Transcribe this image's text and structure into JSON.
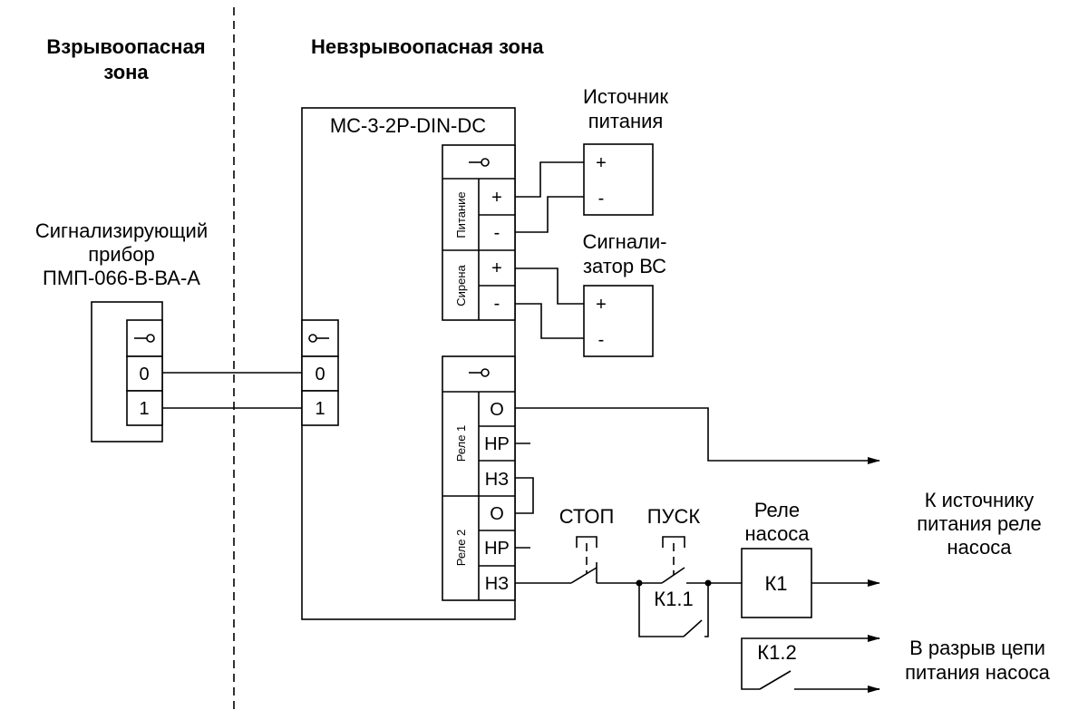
{
  "zones": {
    "hazardous": [
      "Взрывоопасная",
      "зона"
    ],
    "safe": "Невзрывоопасная зона"
  },
  "signal_device": {
    "title": [
      "Сигнализирующий",
      "прибор",
      "ПМП-066-В-ВА-А"
    ],
    "terminals": [
      "0",
      "1"
    ]
  },
  "module": {
    "name": "МС-3-2Р-DIN-DC",
    "input_terminals": [
      "0",
      "1"
    ],
    "power_group_label": "Питание",
    "siren_group_label": "Сирена",
    "power_terminals": [
      "+",
      "-"
    ],
    "siren_terminals": [
      "+",
      "-"
    ],
    "relay1_label": "Реле 1",
    "relay2_label": "Реле 2",
    "relay1_terminals": [
      "О",
      "НР",
      "НЗ"
    ],
    "relay2_terminals": [
      "О",
      "НР",
      "НЗ"
    ]
  },
  "power_source": {
    "title": [
      "Источник",
      "питания"
    ],
    "terminals": [
      "+",
      "-"
    ]
  },
  "signalizer": {
    "title": [
      "Сигнали-",
      "затор ВС"
    ],
    "terminals": [
      "+",
      "-"
    ]
  },
  "buttons": {
    "stop": "СТОП",
    "start": "ПУСК"
  },
  "pump_relay": {
    "title": [
      "Реле",
      "насоса"
    ],
    "coil": "К1",
    "contact_hold": "К1.1",
    "contact_pump": "К1.2"
  },
  "outputs": {
    "relay_supply": [
      "К источнику",
      "питания реле",
      "насоса"
    ],
    "pump_break": [
      "В разрыв цепи",
      "питания насоса"
    ]
  }
}
